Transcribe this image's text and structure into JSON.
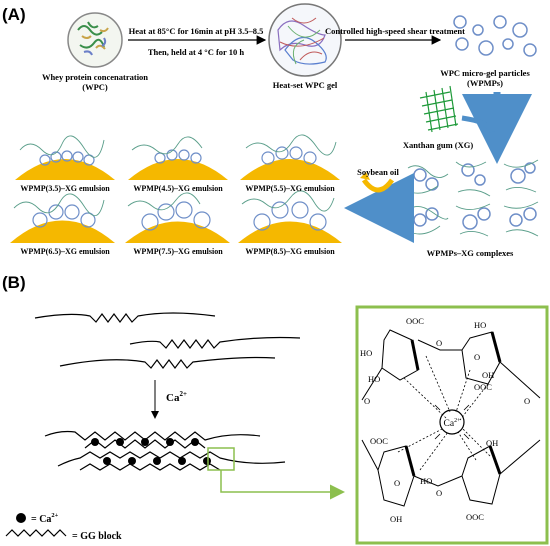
{
  "panel_a": {
    "label": "(A)",
    "wpc_label": [
      "Whey protein concenatration",
      "(WPC)"
    ],
    "heat_step": "Heat at 85°C for 16min at pH 3.5–8.5",
    "hold_step": "Then, held at 4 °C for 10 h",
    "gel_label": "Heat-set WPC gel",
    "shear_step": "Controlled high-speed shear treatment",
    "particles_label": [
      "WPC micro-gel particles",
      "(WPMPs)"
    ],
    "xg_label": "Xanthan gum (XG)",
    "complexes_label": "WPMPs–XG complexes",
    "oil_label": "Soybean oil",
    "emulsions": [
      "WPMP(3.5)–XG emulsion",
      "WPMP(4.5)–XG emulsion",
      "WPMP(5.5)–XG emulsion",
      "WPMP(6.5)–XG emulsion",
      "WPMP(7.5)–XG emulsion",
      "WPMP(8.5)–XG emulsion"
    ]
  },
  "panel_b": {
    "label": "(B)",
    "ion_label": "Ca",
    "ion_charge": "2+",
    "legend_dot": "= Ca",
    "legend_dot_charge": "2+",
    "legend_chain": "= GG block",
    "coo_labels": [
      "OOC",
      "OOC",
      "OOC",
      "OOC"
    ],
    "ho_labels": [
      "HO",
      "HO",
      "HO",
      "HO"
    ],
    "oh_labels": [
      "OH",
      "OH",
      "OH"
    ],
    "o_labels": [
      "O",
      "O",
      "O",
      "O",
      "O",
      "O"
    ]
  },
  "colors": {
    "yellow": "#f5b800",
    "green": "#8cbf4e",
    "blue_arrow": "#4f8fc9",
    "particle": "#6f8fc8",
    "chain": "#5a9e8a"
  }
}
